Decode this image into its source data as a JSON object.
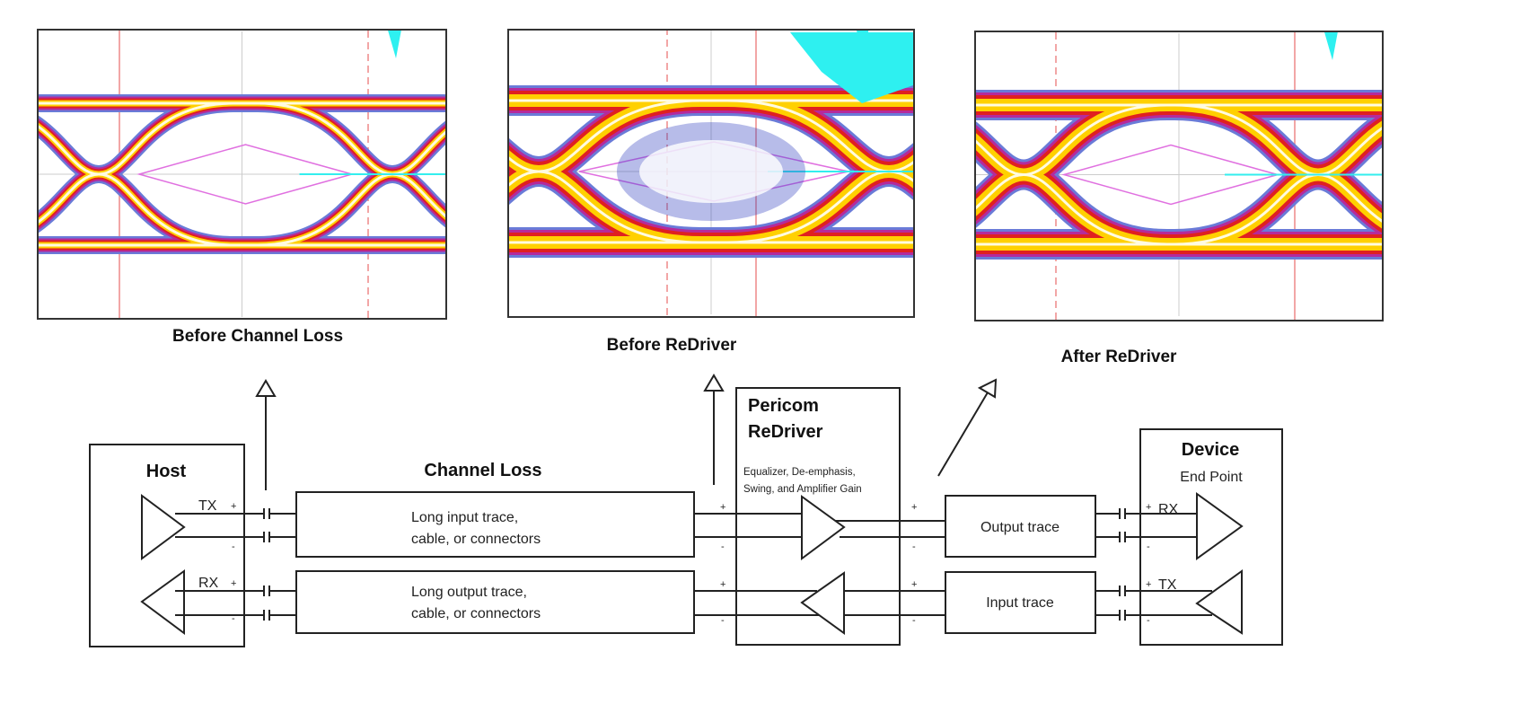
{
  "scopes": [
    {
      "caption": "Before Channel Loss"
    },
    {
      "caption": "Before ReDriver"
    },
    {
      "caption": "After ReDriver"
    }
  ],
  "host": {
    "title": "Host",
    "tx": "TX",
    "rx": "RX"
  },
  "channel": {
    "title": "Channel Loss",
    "top_line1": "Long input trace,",
    "top_line2": "cable, or connectors",
    "bottom_line1": "Long output trace,",
    "bottom_line2": "cable, or connectors"
  },
  "redriver": {
    "title1": "Pericom",
    "title2": "ReDriver",
    "desc1": "Equalizer, De-emphasis,",
    "desc2": "Swing, and Amplifier Gain"
  },
  "traces": {
    "output": "Output trace",
    "input": "Input trace"
  },
  "device": {
    "title": "Device",
    "subtitle": "End Point",
    "rx": "RX",
    "tx": "TX"
  },
  "signs": {
    "plus": "+",
    "minus": "-"
  }
}
